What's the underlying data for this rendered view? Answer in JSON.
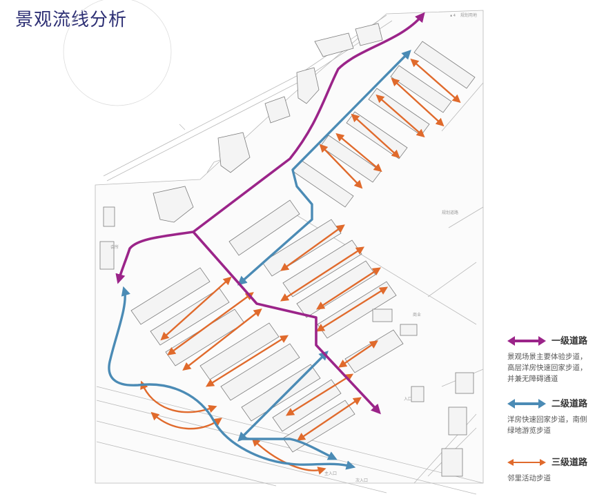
{
  "title": "景观流线分析",
  "colors": {
    "primary": "#9b2489",
    "secondary": "#4b8bb5",
    "tertiary": "#e06a2c",
    "title": "#2d2f74"
  },
  "legend": {
    "primary": {
      "name": "一级道路",
      "desc": "景观场景主要体验步道，\n高层洋房快速回家步道，\n并兼无障碍通道"
    },
    "secondary": {
      "name": "二级道路",
      "desc": "洋房快速回家步道，南侧\n绿地游览步道"
    },
    "tertiary": {
      "name": "三级道路",
      "desc": "邻里活动步道"
    }
  }
}
